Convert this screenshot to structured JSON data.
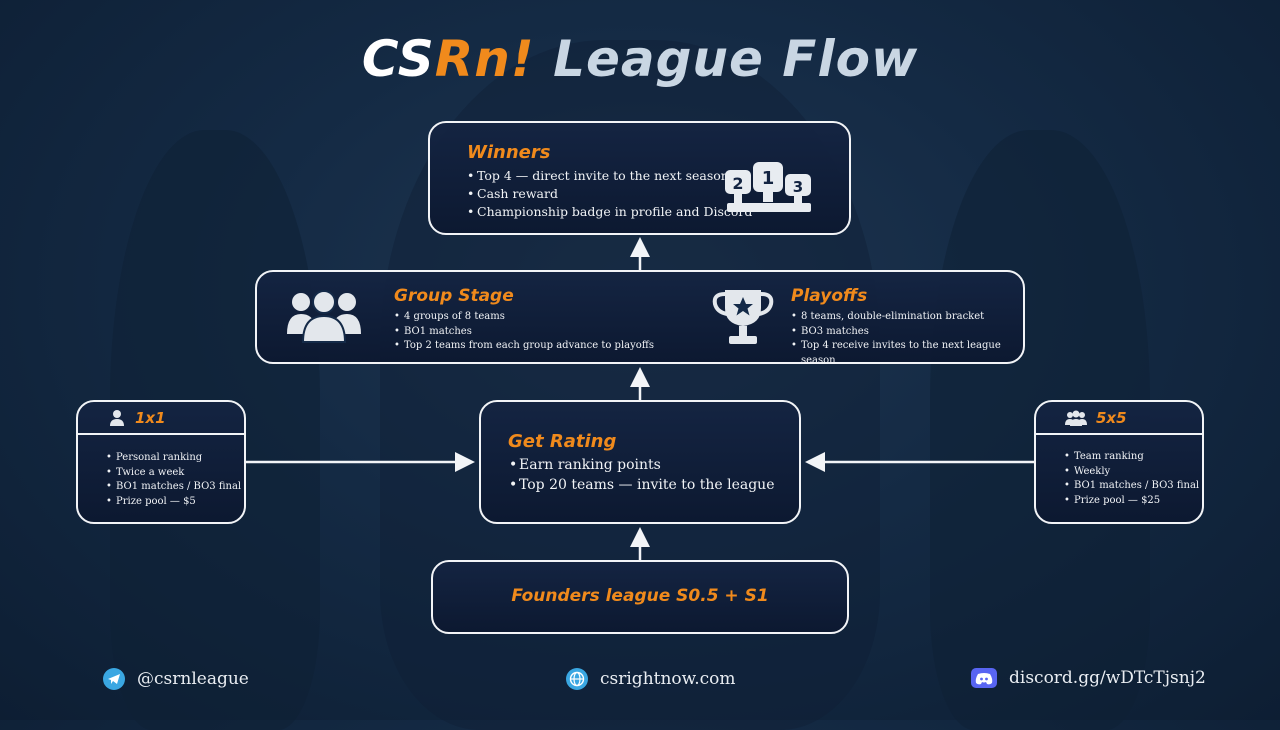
{
  "title": {
    "part1": "CS",
    "part2": "Rn!",
    "part3": "League Flow"
  },
  "winners": {
    "heading": "Winners",
    "items": [
      "Top 4 — direct invite to the next season!",
      "Cash reward",
      "Championship badge in profile and Discord"
    ],
    "podium": [
      "2",
      "1",
      "3"
    ]
  },
  "group_stage": {
    "heading": "Group Stage",
    "items": [
      "4 groups of 8 teams",
      "BO1 matches",
      "Top 2 teams from each group advance to playoffs"
    ]
  },
  "playoffs": {
    "heading": "Playoffs",
    "items": [
      "8 teams, double-elimination bracket",
      "BO3 matches",
      "Top 4 receive invites to the next league season"
    ]
  },
  "one_v_one": {
    "heading": "1x1",
    "items": [
      "Personal ranking",
      "Twice a week",
      "BO1 matches / BO3 final",
      "Prize pool — $5"
    ]
  },
  "five_v_five": {
    "heading": "5x5",
    "items": [
      "Team ranking",
      "Weekly",
      "BO1 matches / BO3 final",
      "Prize pool — $25"
    ]
  },
  "get_rating": {
    "heading": "Get Rating",
    "items": [
      "Earn ranking points",
      "Top 20 teams — invite to the league"
    ]
  },
  "founders": {
    "label": "Founders league S0.5 + S1"
  },
  "footer": {
    "telegram": "@csrnleague",
    "website": "csrightnow.com",
    "discord": "discord.gg/wDTcTjsnj2"
  },
  "colors": {
    "accent": "#f08a1c",
    "border": "#f2f4f7",
    "background": "#142a44"
  },
  "icons": [
    "trophy-podium-icon",
    "group-people-icon",
    "trophy-star-icon",
    "single-player-icon",
    "team-icon",
    "telegram-icon",
    "globe-icon",
    "discord-icon"
  ]
}
